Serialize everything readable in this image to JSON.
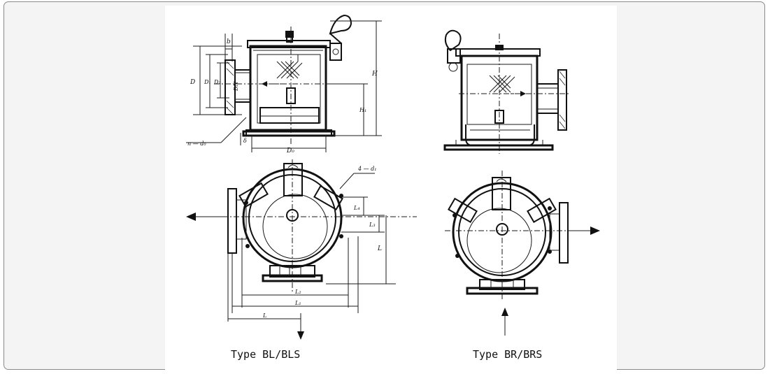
{
  "captions": {
    "left": "Type BL/BLS",
    "right": "Type BR/BRS"
  },
  "dimension_labels": {
    "b": "b",
    "D": "D",
    "D1": "D₁",
    "D2": "D₂",
    "DN": "DN",
    "H": "H",
    "H1": "H₁",
    "n_d0": "n — d₀",
    "delta": "δ",
    "D0": "D₀",
    "four_d1": "4 — d₁",
    "L": "L",
    "L1": "L₁",
    "L2": "L₂",
    "L3": "L₃",
    "L4": "L₄",
    "L_bottom": "L"
  },
  "colors": {
    "page_background": "#ffffff",
    "frame_background": "#f4f4f4",
    "frame_border": "#8a8a8a",
    "line": "#111111"
  }
}
